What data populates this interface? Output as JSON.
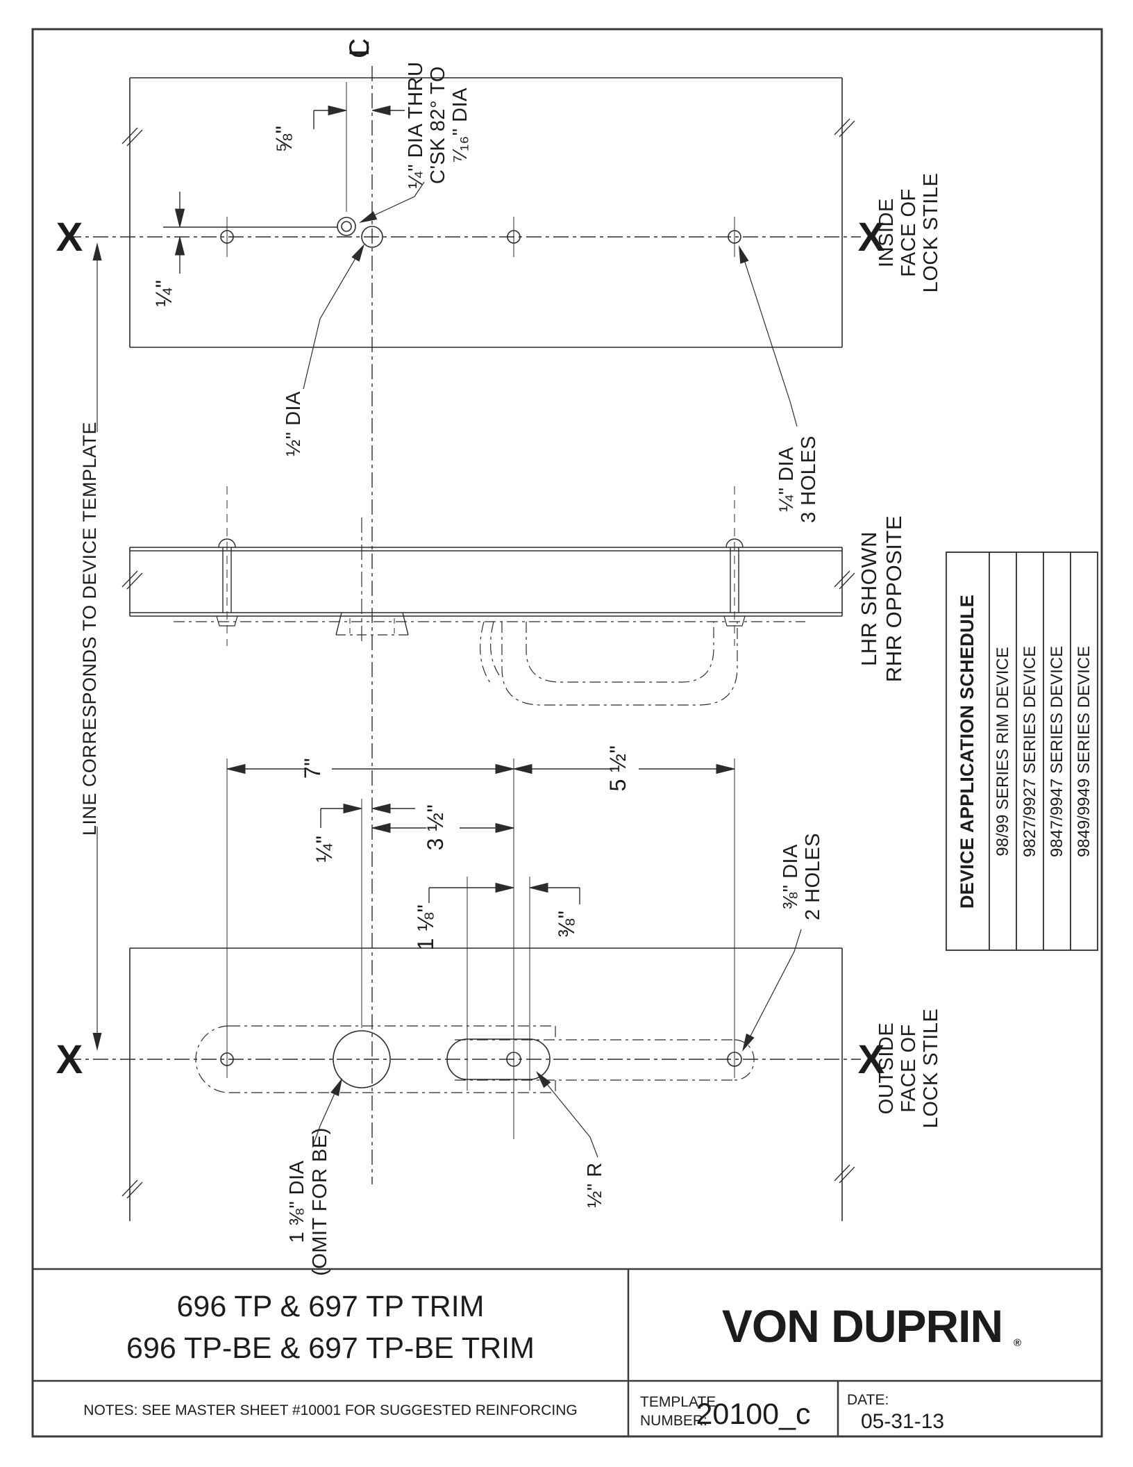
{
  "sheet": {
    "line_color": "#2b2b2b",
    "title_line1": "696 TP & 697 TP TRIM",
    "title_line2": "696 TP-BE & 697 TP-BE TRIM",
    "brand": "VON DUPRIN",
    "brand_reg": "®",
    "notes": "NOTES: SEE MASTER SHEET #10001 FOR SUGGESTED REINFORCING",
    "template_label_1": "TEMPLATE",
    "template_label_2": "NUMBER:",
    "template_number": "20100_c",
    "date_label": "DATE:",
    "date_value": "05-31-13"
  },
  "drawing": {
    "centerline_symbol": "CL",
    "x_mark": "X",
    "labels": {
      "csk_line1": "¼\" DIA THRU",
      "csk_line2": "C'SK 82° TO",
      "csk_line3": "⁷⁄₁₆\" DIA",
      "half_dia": "½\" DIA",
      "quarter_dia_line1": "¼\" DIA",
      "quarter_dia_line2": "3 HOLES",
      "three_eighths_line1": "⅜\" DIA",
      "three_eighths_line2": "2 HOLES",
      "big_dia_line1": "1 ⅜\" DIA",
      "big_dia_line2": "(OMIT FOR BE)",
      "half_r": "½\" R",
      "line_corresponds": "LINE CORRESPONDS TO DEVICE TEMPLATE",
      "lhr_line1": "LHR SHOWN",
      "lhr_line2": "RHR OPPOSITE",
      "inside_line1": "INSIDE",
      "inside_line2": "FACE OF",
      "inside_line3": "LOCK STILE",
      "outside_line1": "OUTSIDE",
      "outside_line2": "FACE OF",
      "outside_line3": "LOCK STILE"
    },
    "dimensions": {
      "d58": "⅝\"",
      "d14_top": "¼\"",
      "d7": "7\"",
      "d55": "5 ½\"",
      "d14_mid": "¼\"",
      "d35": "3 ½\"",
      "d118": "1 ⅛\"",
      "d38": "⅜\""
    },
    "schedule": {
      "title": "DEVICE APPLICATION SCHEDULE",
      "rows": [
        "98/99 SERIES RIM DEVICE",
        "9827/9927 SERIES DEVICE",
        "9847/9947 SERIES DEVICE",
        "9849/9949 SERIES DEVICE"
      ]
    }
  }
}
